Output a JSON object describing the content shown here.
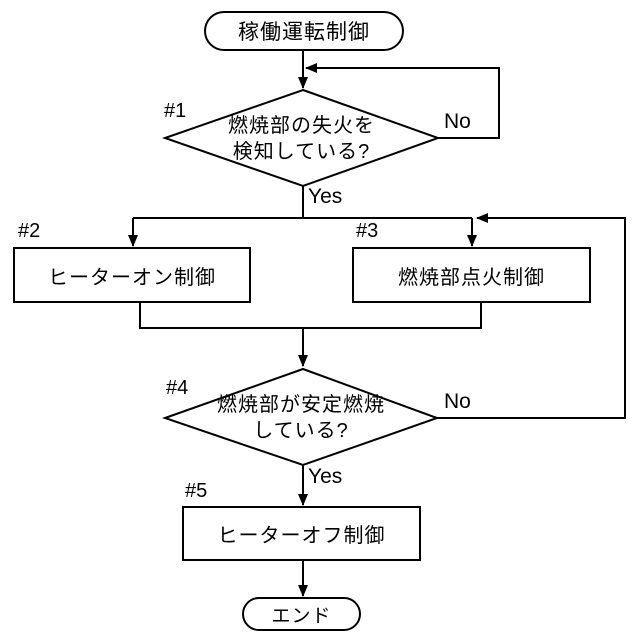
{
  "flowchart": {
    "title_node": {
      "label": "稼働運転制御"
    },
    "decision1": {
      "step": "#1",
      "line1": "燃焼部の失火を",
      "line2": "検知している?",
      "no_label": "No",
      "yes_label": "Yes"
    },
    "process2": {
      "step": "#2",
      "label": "ヒーターオン制御"
    },
    "process3": {
      "step": "#3",
      "label": "燃焼部点火制御"
    },
    "decision4": {
      "step": "#4",
      "line1": "燃焼部が安定燃焼",
      "line2": "している?",
      "no_label": "No",
      "yes_label": "Yes"
    },
    "process5": {
      "step": "#5",
      "label": "ヒーターオフ制御"
    },
    "end_node": {
      "label": "エンド"
    },
    "colors": {
      "stroke": "#000000",
      "fill": "#ffffff",
      "text": "#000000"
    }
  }
}
